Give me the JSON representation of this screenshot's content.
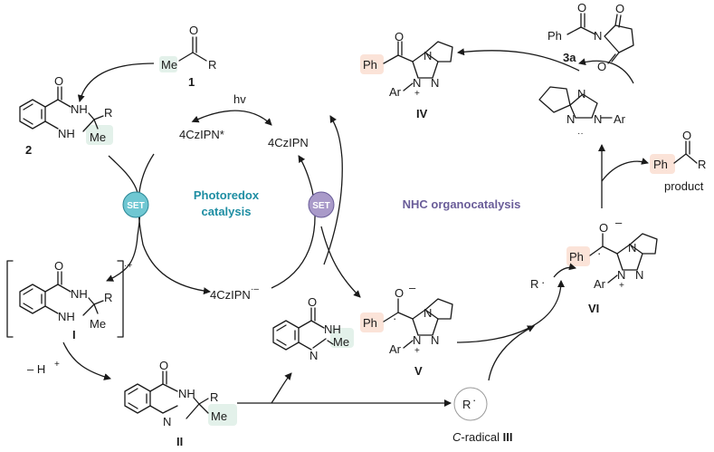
{
  "colors": {
    "photoredox": "#1f8ea3",
    "nhc": "#6a5d99",
    "set_teal": "#6fc7d2",
    "set_purple": "#a99ac9",
    "ph_highlight": "#fbe3d8",
    "me_highlight": "#e3f1ea"
  },
  "cycles": {
    "photoredox_label_1": "Photoredox",
    "photoredox_label_2": "catalysis",
    "nhc_label": "NHC organocatalysis",
    "set": "SET"
  },
  "reagents": {
    "hv": "hv",
    "catalyst_excited": "4CzIPN*",
    "catalyst_ground": "4CzIPN",
    "catalyst_reduced": "4CzIPN",
    "minus_h": "– H",
    "h_sup": "+",
    "radical_cation_sup": "·+",
    "radical_anion_sup": "·–"
  },
  "atoms": {
    "Me": "Me",
    "R": "R",
    "O": "O",
    "Ph": "Ph",
    "Ar": "Ar",
    "N": "N",
    "NH": "NH",
    "H": "H",
    "dot": "·",
    "plus": "+",
    "minus": "–",
    "carbene": "··"
  },
  "labels": {
    "ketone": "1",
    "dihydroquinazolinone": "2",
    "radical_cation": "I",
    "alpha_amino_radical": "II",
    "c_radical_prefix": "C",
    "c_radical_text": "-radical ",
    "c_radical_num": "III",
    "acyl_azolium": "IV",
    "ketyl_radical": "V",
    "adduct": "VI",
    "acyl_imide": "3a",
    "product": "product"
  }
}
